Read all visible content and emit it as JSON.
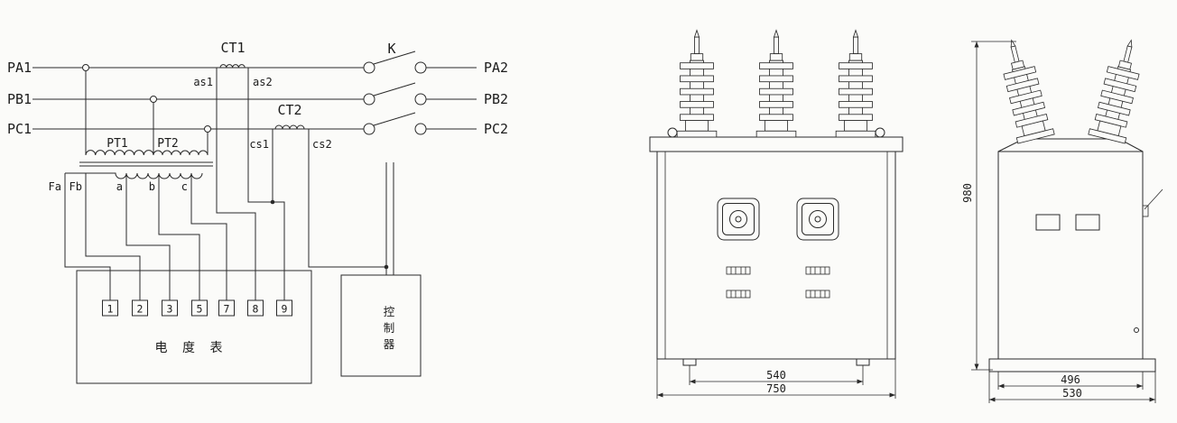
{
  "circuit": {
    "left_labels": [
      "PA1",
      "PB1",
      "PC1"
    ],
    "right_labels": [
      "PA2",
      "PB2",
      "PC2"
    ],
    "ct1": "CT1",
    "ct2": "CT2",
    "as1": "as1",
    "as2": "as2",
    "cs1": "cs1",
    "cs2": "cs2",
    "pt1": "PT1",
    "pt2": "PT2",
    "switch_label": "K",
    "sec_terminals": [
      "Fa",
      "Fb",
      "a",
      "b",
      "c"
    ],
    "terminal_numbers": [
      "1",
      "2",
      "3",
      "5",
      "7",
      "8",
      "9"
    ],
    "meter_label": "电 度 表",
    "controller_chars": [
      "控",
      "制",
      "器"
    ]
  },
  "front_view": {
    "dim_width_inner": "540",
    "dim_width_outer": "750"
  },
  "side_view": {
    "dim_height": "980",
    "dim_width_inner": "496",
    "dim_width_outer": "530"
  },
  "colors": {
    "ink": "#2a2a2a",
    "paper": "#fbfbf9"
  }
}
